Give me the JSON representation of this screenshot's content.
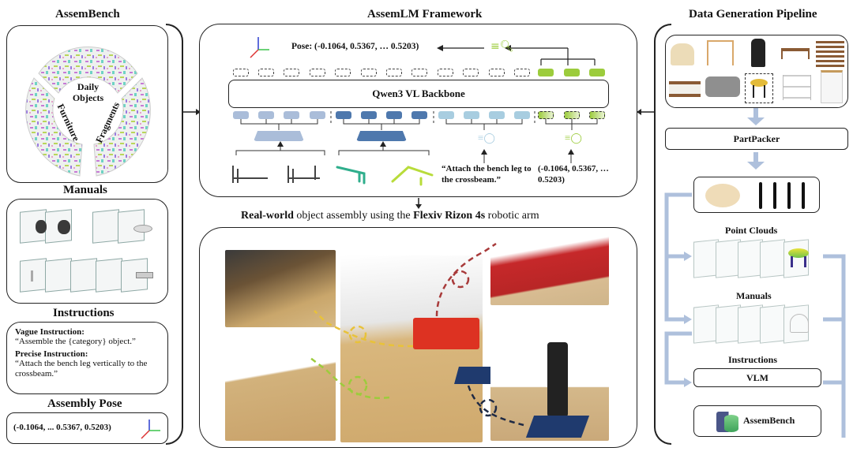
{
  "left_panel": {
    "title": "AssemBench",
    "ring_labels": {
      "top": "Daily Objects",
      "left": "Furniture",
      "right": "Fragments"
    },
    "manuals_title": "Manuals",
    "instructions_title": "Instructions",
    "vague_label": "Vague Instruction:",
    "vague_text": "“Assemble the {category} object.”",
    "precise_label": "Precise Instruction:",
    "precise_text": "“Attach the bench leg vertically to the crossbeam.”",
    "pose_title": "Assembly Pose",
    "pose_value": "(-0.1064, ... 0.5367, 0.5203)"
  },
  "center_panel": {
    "title": "AssemLM Framework",
    "pose_output": "Pose: (-0.1064, 0.5367, … 0.5203)",
    "backbone_label": "Qwen3 VL Backbone",
    "text_input": "“Attach the bench leg to the crossbeam.”",
    "pose_input": "(-0.1064, 0.5367, … 0.5203)",
    "realworld_caption_parts": [
      {
        "text": "Real-world",
        "bold": true
      },
      {
        "text": " object assembly using the ",
        "bold": false
      },
      {
        "text": "Flexiv Rizon 4s",
        "bold": true
      },
      {
        "text": " robotic arm",
        "bold": false
      }
    ],
    "task_colors": {
      "charging": "#e8c23a",
      "flower": "#9ccc3c",
      "cans": "#a83a3a",
      "blocks": "#1f2a44"
    }
  },
  "right_panel": {
    "title": "Data Generation Pipeline",
    "partpacker_label": "PartPacker",
    "point_clouds_label": "Point Clouds",
    "manuals_label": "Manuals",
    "instructions_label": "Instructions",
    "vlm_label": "VLM",
    "output_label": "AssemBench",
    "arrow_color": "#aec0dc"
  },
  "colors": {
    "green_token": "#9ccc3c",
    "light_blue_token": "#aabdd9",
    "dark_blue_token": "#4e78ad",
    "sky_token": "#a8cde0"
  }
}
